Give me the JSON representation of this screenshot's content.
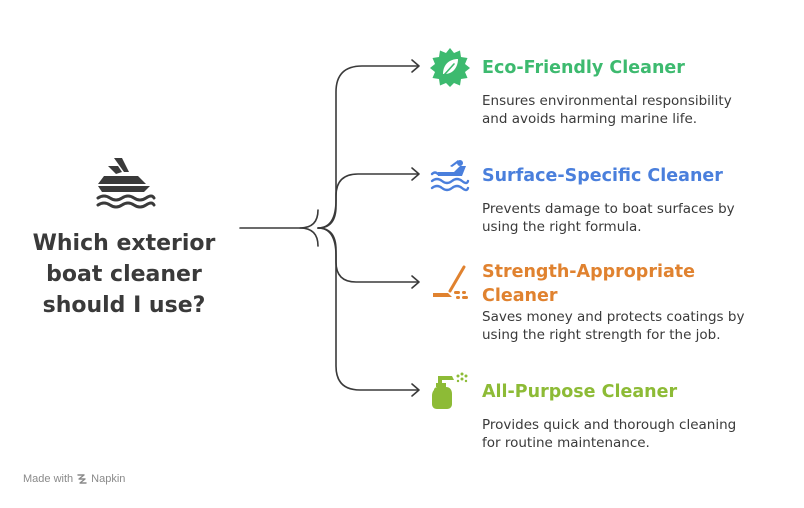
{
  "question": {
    "lines": [
      "Which exterior",
      "boat cleaner",
      "should I use?"
    ],
    "icon": "boat-icon"
  },
  "branches": [
    {
      "title_lines": [
        "Eco-Friendly Cleaner"
      ],
      "desc_lines": [
        "Ensures environmental responsibility",
        "and avoids harming marine life."
      ],
      "color": "#3dba6f",
      "icon": "eco-leaf-badge-icon"
    },
    {
      "title_lines": [
        "Surface-Specific Cleaner"
      ],
      "desc_lines": [
        "Prevents damage to boat surfaces by",
        "using the right formula."
      ],
      "color": "#4a7fdc",
      "icon": "boat-waves-icon"
    },
    {
      "title_lines": [
        "Strength-Appropriate",
        "Cleaner"
      ],
      "desc_lines": [
        "Saves money and protects coatings by",
        "using the right strength for the job."
      ],
      "color": "#e0822f",
      "icon": "scrubber-brush-icon"
    },
    {
      "title_lines": [
        "All-Purpose Cleaner"
      ],
      "desc_lines": [
        "Provides quick and thorough cleaning",
        "for routine maintenance."
      ],
      "color": "#8dbb36",
      "icon": "spray-bottle-icon"
    }
  ],
  "footer": {
    "made_with": "Made with",
    "brand": "Napkin",
    "icon": "napkin-logo-icon"
  }
}
